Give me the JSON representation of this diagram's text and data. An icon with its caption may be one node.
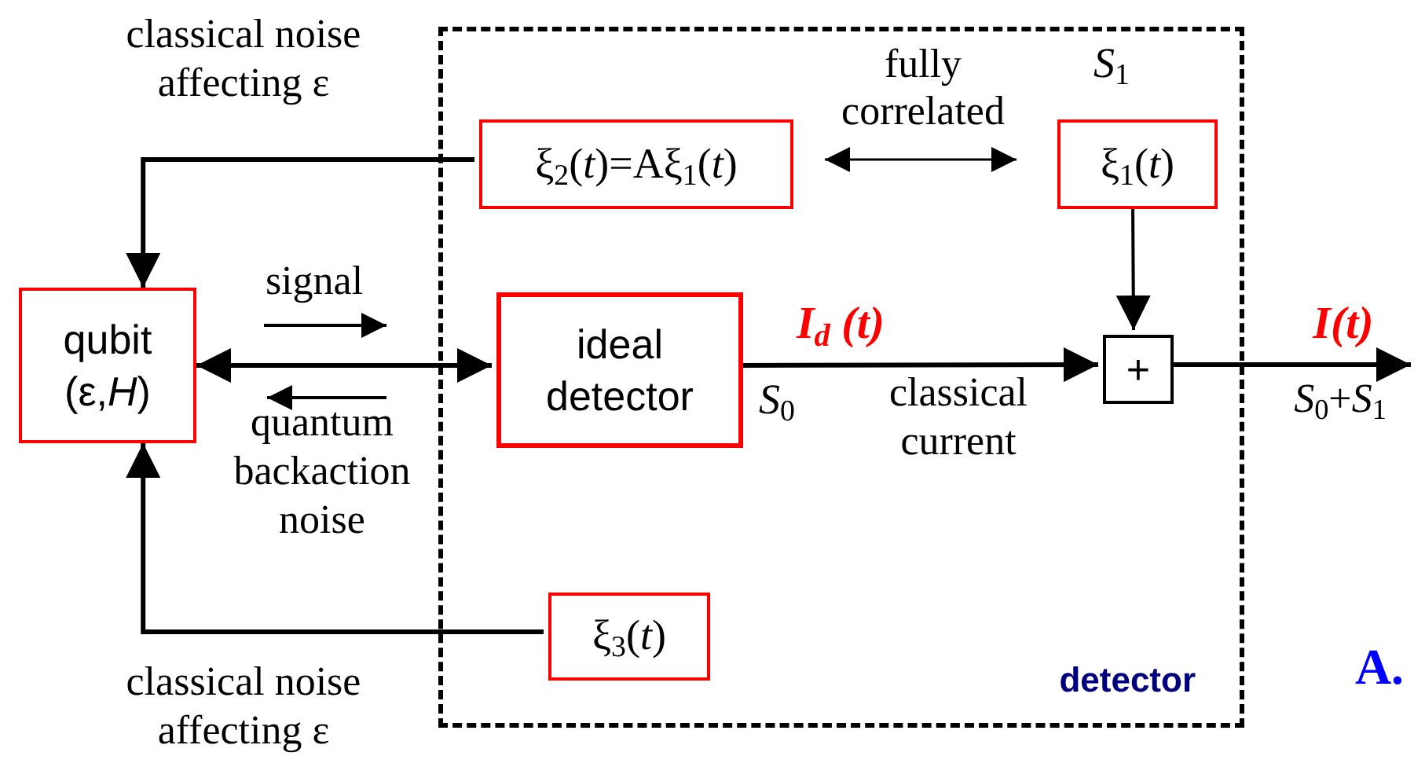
{
  "diagram": {
    "nodes": [
      {
        "text": [
          "detector"
        ]
      },
      {
        "text": [
          "qubit (ε,*H*)"
        ]
      },
      {
        "text": [
          "ideal detector"
        ],
        "beside": [
          "*S*$_{0}$"
        ],
        "in": 0
      },
      {
        "text": [
          "ξ$_{2}$(*t*)=Aξ$_{1}$(*t*)"
        ],
        "in": 0
      },
      {
        "text": [
          "ξ$_{1}$(*t*)"
        ],
        "beside": [
          "*S*$_{1}$"
        ],
        "in": 0
      },
      {
        "text": [
          "+"
        ],
        "in": 0
      },
      {
        "text": [
          "ξ$_{3}$(*t*)"
        ],
        "in": 0
      }
    ],
    "edges": [
      {
        "from": 3,
        "to": 1,
        "arrow": "to"
      },
      {
        "from": 6,
        "to": 1,
        "arrow": "to"
      },
      {
        "from": 1,
        "to": 2,
        "arrow": "both"
      },
      {
        "from": 2,
        "to": 5,
        "arrow": "to",
        "label": "I$_{d}$ (t)"
      },
      {
        "from": 4,
        "to": 5,
        "arrow": "to"
      },
      {
        "from": 5,
        "to": null,
        "arrow": "to",
        "label": "I(t)"
      },
      {
        "from": 3,
        "to": 4,
        "arrow": "both",
        "label": "fully correlated"
      }
    ],
    "labels": [
      "classical noise affecting ε",
      "signal",
      "quantum backaction noise",
      "classical current",
      "*S*$_{0}$+*S*$_{1}$",
      "A.",
      "classical noise affecting ε"
    ]
  }
}
